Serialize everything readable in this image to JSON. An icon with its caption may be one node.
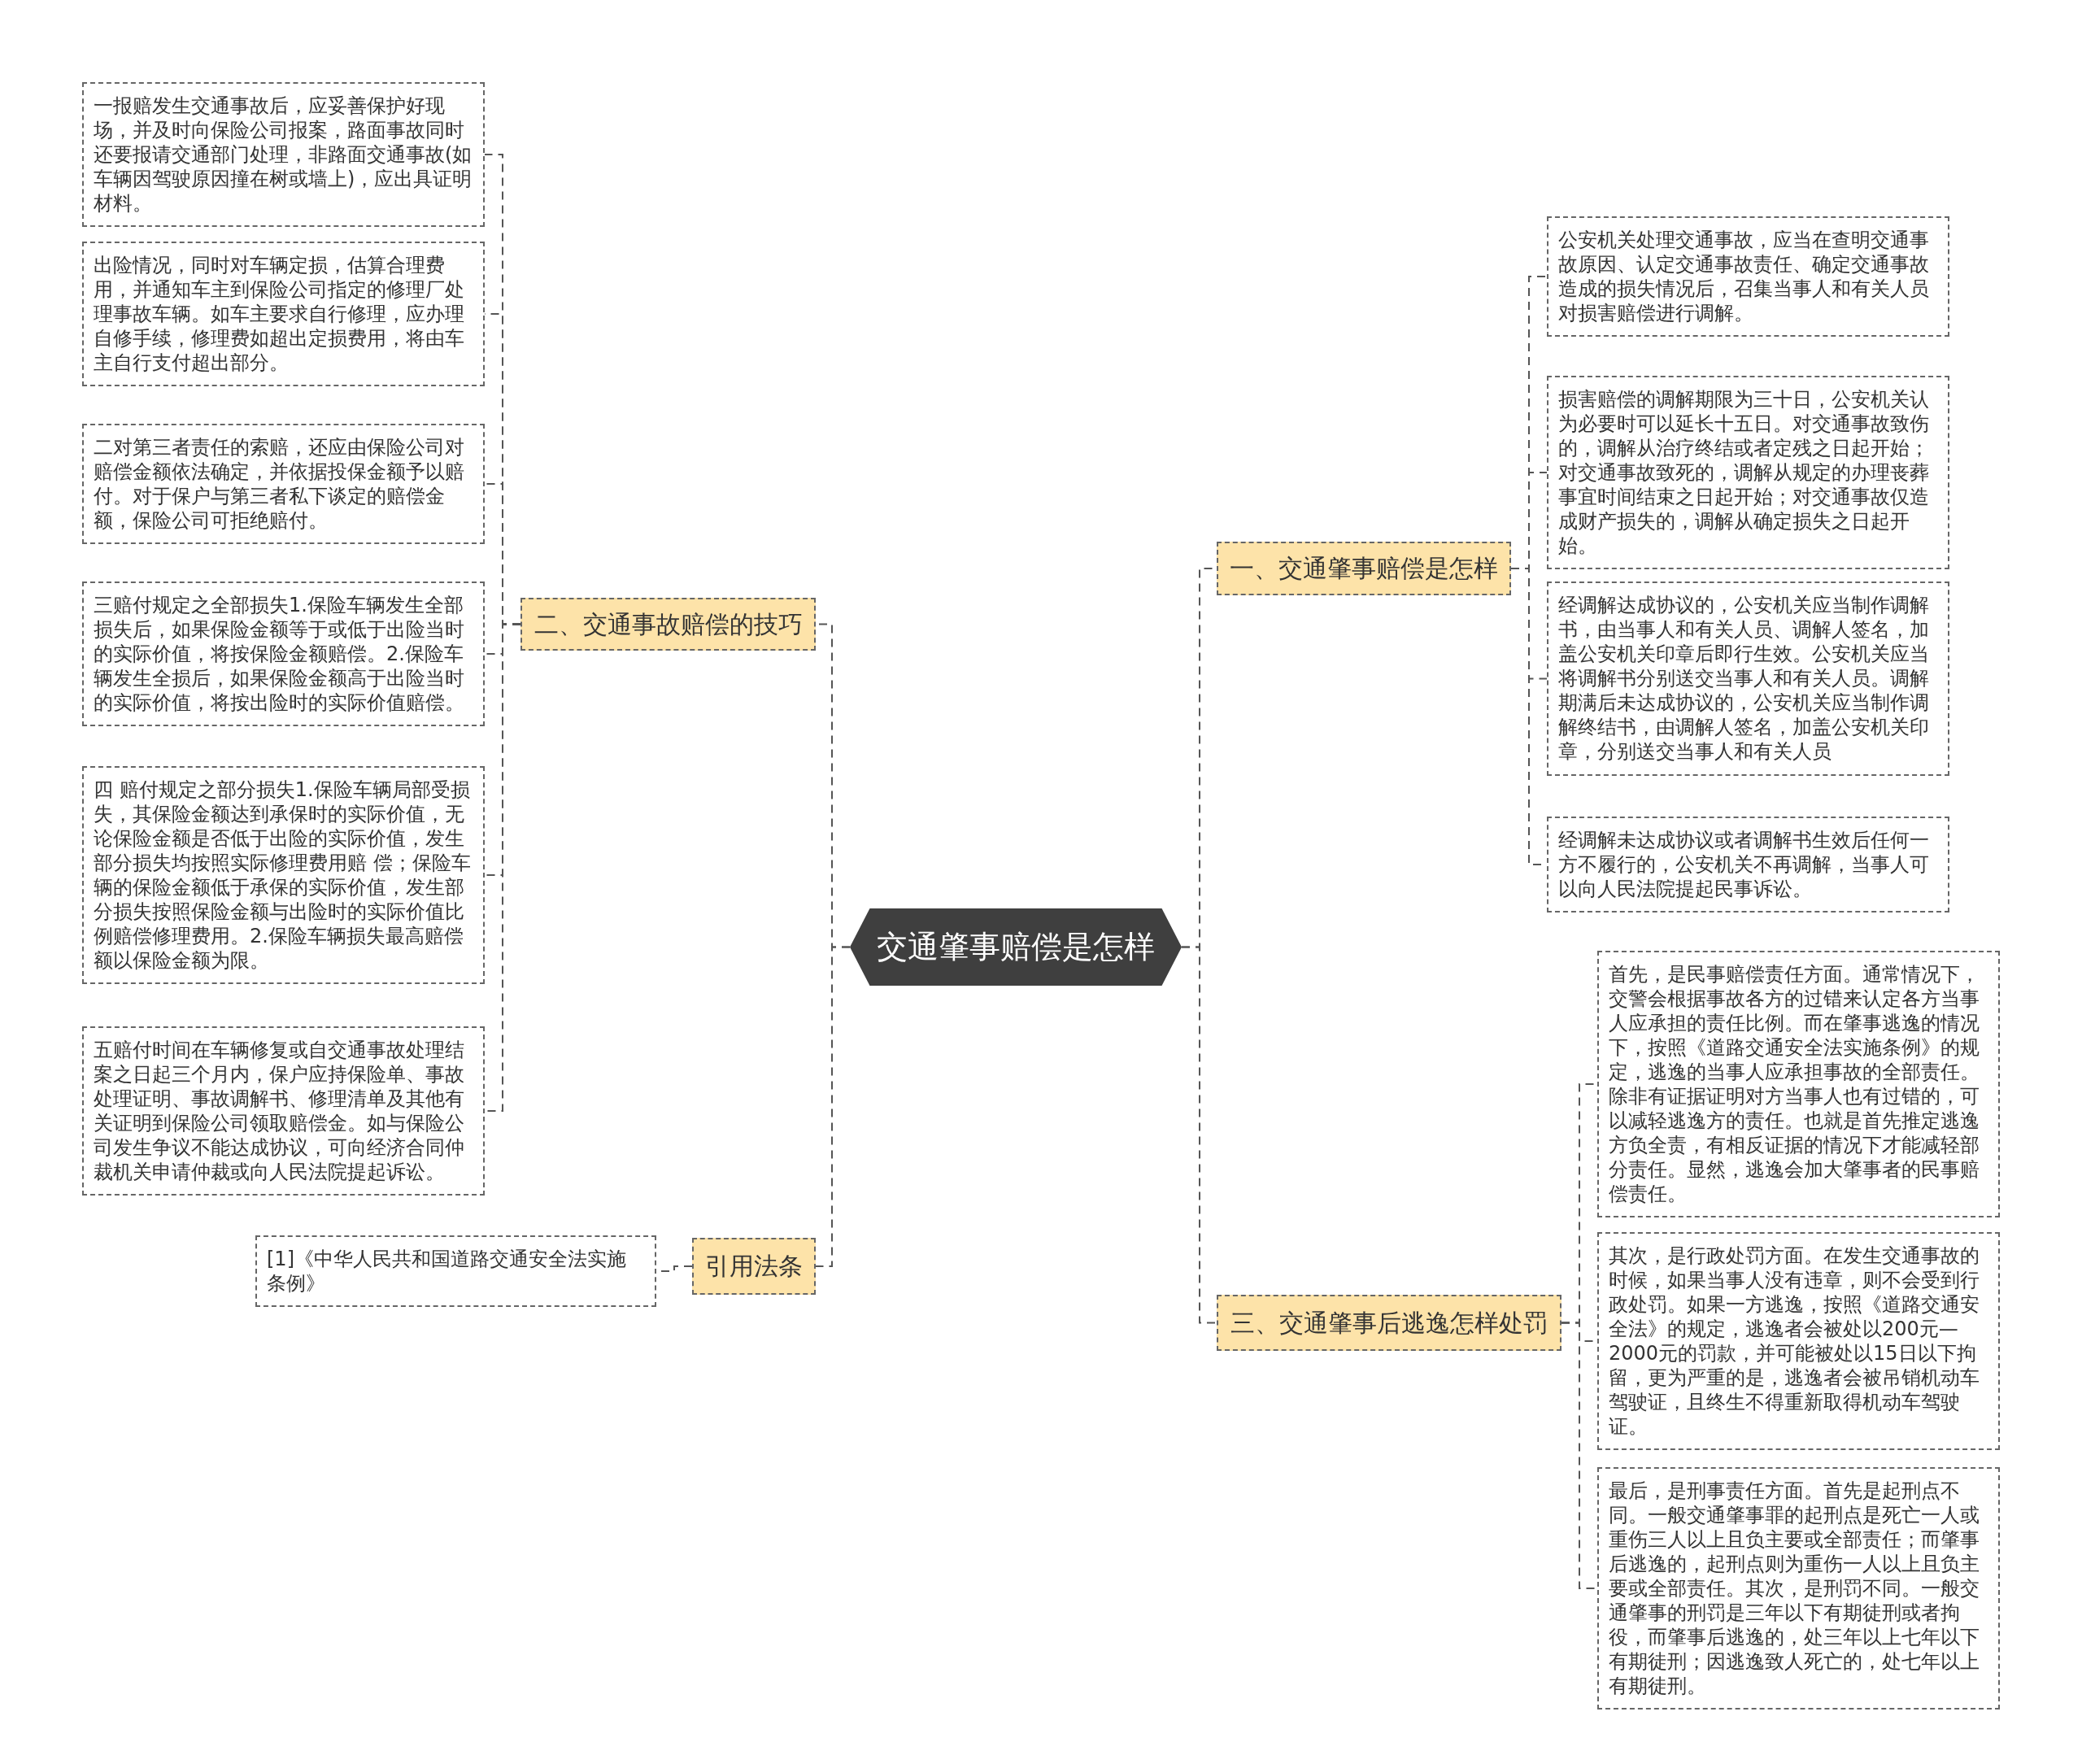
{
  "diagram": {
    "nodes": [
      {
        "text": [
          "交通肇事赔偿是怎样"
        ]
      },
      {
        "text": [
          "一、交通肇事赔偿是怎样"
        ]
      },
      {
        "text": [
          "公安机关处理交通事故，应当在查明交通事故原因、认定交通事故责任、确定交通事故造成的损失情况后，召集当事人和有关人员对损害赔偿进行调解。"
        ]
      },
      {
        "text": [
          "损害赔偿的调解期限为三十日，公安机关认为必要时可以延长十五日。对交通事故致伤的，调解从治疗终结或者定残之日起开始；对交通事故致死的，调解从规定的办理丧葬事宜时间结束之日起开始；对交通事故仅造成财产损失的，调解从确定损失之日起开始。"
        ]
      },
      {
        "text": [
          "经调解达成协议的，公安机关应当制作调解书，由当事人和有关人员、调解人签名，加盖公安机关印章后即行生效。公安机关应当将调解书分别送交当事人和有关人员。调解期满后未达成协议的，公安机关应当制作调解终结书，由调解人签名，加盖公安机关印章，分别送交当事人和有关人员"
        ]
      },
      {
        "text": [
          "经调解未达成协议或者调解书生效后任何一方不履行的，公安机关不再调解，当事人可以向人民法院提起民事诉讼。"
        ]
      },
      {
        "text": [
          "二、交通事故赔偿的技巧"
        ]
      },
      {
        "text": [
          "一报赔发生交通事故后，应妥善保护好现场，并及时向保险公司报案，路面事故同时还要报请交通部门处理，非路面交通事故(如车辆因驾驶原因撞在树或墙上)，应出具证明材料。"
        ]
      },
      {
        "text": [
          "出险情况，同时对车辆定损，估算合理费用，并通知车主到保险公司指定的修理厂处理事故车辆。如车主要求自行修理，应办理自修手续，修理费如超出定损费用，将由车主自行支付超出部分。"
        ]
      },
      {
        "text": [
          "二对第三者责任的索赔，还应由保险公司对赔偿金额依法确定，并依据投保金额予以赔付。对于保户与第三者私下谈定的赔偿金额，保险公司可拒绝赔付。"
        ]
      },
      {
        "text": [
          "三赔付规定之全部损失1.保险车辆发生全部损失后，如果保险金额等于或低于出险当时的实际价值，将按保险金额赔偿。2.保险车辆发生全损后，如果保险金额高于出险当时的实际价值，将按出险时的实际价值赔偿。"
        ]
      },
      {
        "text": [
          "四 赔付规定之部分损失1.保险车辆局部受损失，其保险金额达到承保时的实际价值，无论保险金额是否低于出险的实际价值，发生部分损失均按照实际修理费用赔 偿；保险车辆的保险金额低于承保的实际价值，发生部分损失按照保险金额与出险时的实际价值比例赔偿修理费用。2.保险车辆损失最高赔偿额以保险金额为限。"
        ]
      },
      {
        "text": [
          "五赔付时间在车辆修复或自交通事故处理结案之日起三个月内，保户应持保险单、事故处理证明、事故调解书、修理清单及其他有关证明到保险公司领取赔偿金。如与保险公司发生争议不能达成协议，可向经济合同仲裁机关申请仲裁或向人民法院提起诉讼。"
        ]
      },
      {
        "text": [
          "三、交通肇事后逃逸怎样处罚"
        ]
      },
      {
        "text": [
          "首先，是民事赔偿责任方面。通常情况下，交警会根据事故各方的过错来认定各方当事人应承担的责任比例。而在肇事逃逸的情况下，按照《道路交通安全法实施条例》的规定，逃逸的当事人应承担事故的全部责任。除非有证据证明对方当事人也有过错的，可以减轻逃逸方的责任。也就是首先推定逃逸方负全责，有相反证据的情况下才能减轻部分责任。显然，逃逸会加大肇事者的民事赔偿责任。"
        ]
      },
      {
        "text": [
          "其次，是行政处罚方面。在发生交通事故的时候，如果当事人没有违章，则不会受到行政处罚。如果一方逃逸，按照《道路交通安全法》的规定，逃逸者会被处以200元—2000元的罚款，并可能被处以15日以下拘留，更为严重的是，逃逸者会被吊销机动车驾驶证，且终生不得重新取得机动车驾驶证。"
        ]
      },
      {
        "text": [
          "最后，是刑事责任方面。首先是起刑点不同。一般交通肇事罪的起刑点是死亡一人或重伤三人以上且负主要或全部责任；而肇事后逃逸的，起刑点则为重伤一人以上且负主要或全部责任。其次，是刑罚不同。一般交通肇事的刑罚是三年以下有期徒刑或者拘役，而肇事后逃逸的，处三年以上七年以下有期徒刑；因逃逸致人死亡的，处七年以上有期徒刑。"
        ]
      },
      {
        "text": [
          "引用法条"
        ]
      },
      {
        "text": [
          "[1]《中华人民共和国道路交通安全法实施条例》"
        ]
      }
    ],
    "edges": [
      {
        "from": 0,
        "to": 1,
        "arrow": "none"
      },
      {
        "from": 1,
        "to": 2,
        "arrow": "none"
      },
      {
        "from": 1,
        "to": 3,
        "arrow": "none"
      },
      {
        "from": 1,
        "to": 4,
        "arrow": "none"
      },
      {
        "from": 1,
        "to": 5,
        "arrow": "none"
      },
      {
        "from": 0,
        "to": 6,
        "arrow": "none"
      },
      {
        "from": 6,
        "to": 7,
        "arrow": "none"
      },
      {
        "from": 6,
        "to": 8,
        "arrow": "none"
      },
      {
        "from": 6,
        "to": 9,
        "arrow": "none"
      },
      {
        "from": 6,
        "to": 10,
        "arrow": "none"
      },
      {
        "from": 6,
        "to": 11,
        "arrow": "none"
      },
      {
        "from": 6,
        "to": 12,
        "arrow": "none"
      },
      {
        "from": 0,
        "to": 13,
        "arrow": "none"
      },
      {
        "from": 13,
        "to": 14,
        "arrow": "none"
      },
      {
        "from": 13,
        "to": 15,
        "arrow": "none"
      },
      {
        "from": 13,
        "to": 16,
        "arrow": "none"
      },
      {
        "from": 0,
        "to": 17,
        "arrow": "none"
      },
      {
        "from": 17,
        "to": 18,
        "arrow": "none"
      }
    ]
  }
}
